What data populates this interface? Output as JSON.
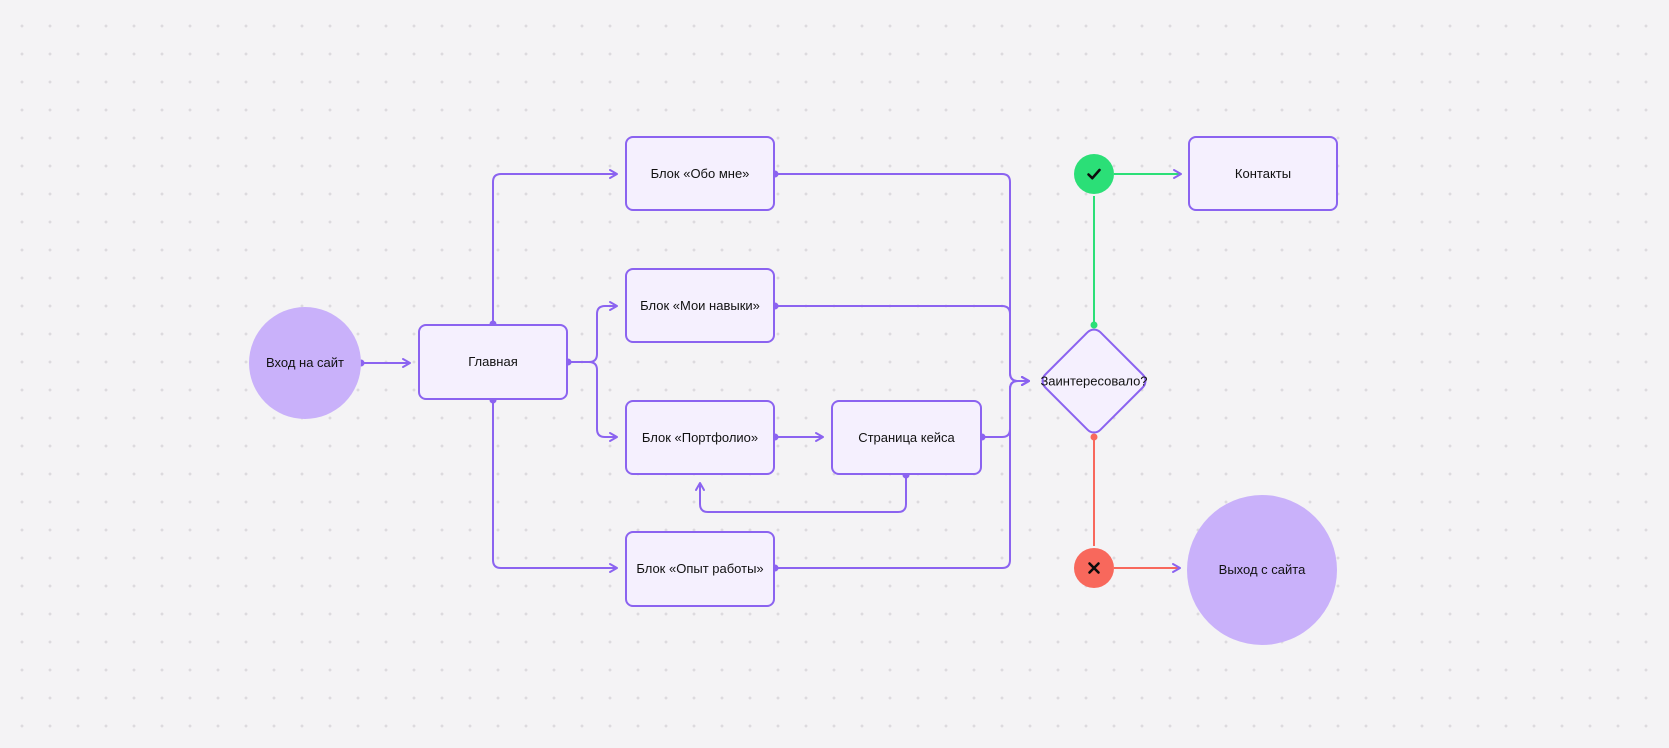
{
  "diagram": {
    "title": "Website user-flow diagram",
    "nodes": {
      "enter": {
        "label": "Вход на сайт",
        "type": "circle"
      },
      "main": {
        "label": "Главная",
        "type": "rect"
      },
      "about": {
        "label": "Блок «Обо мне»",
        "type": "rect"
      },
      "skills": {
        "label": "Блок «Мои навыки»",
        "type": "rect"
      },
      "portfolio": {
        "label": "Блок «Портфолио»",
        "type": "rect"
      },
      "case_page": {
        "label": "Страница кейса",
        "type": "rect"
      },
      "experience": {
        "label": "Блок «Опыт работы»",
        "type": "rect"
      },
      "decision": {
        "label": "Заинтересовало?",
        "type": "diamond"
      },
      "yes_marker": {
        "label": "",
        "icon": "check-icon",
        "type": "marker-circle"
      },
      "no_marker": {
        "label": "",
        "icon": "cross-icon",
        "type": "marker-circle"
      },
      "contacts": {
        "label": "Контакты",
        "type": "rect"
      },
      "exit": {
        "label": "Выход с сайта",
        "type": "circle"
      }
    },
    "edges": [
      {
        "from": "enter",
        "to": "main",
        "color": "purple"
      },
      {
        "from": "main",
        "to": "about",
        "color": "purple"
      },
      {
        "from": "main",
        "to": "skills",
        "color": "purple"
      },
      {
        "from": "main",
        "to": "portfolio",
        "color": "purple"
      },
      {
        "from": "main",
        "to": "experience",
        "color": "purple"
      },
      {
        "from": "about",
        "to": "decision",
        "color": "purple"
      },
      {
        "from": "skills",
        "to": "decision",
        "color": "purple"
      },
      {
        "from": "portfolio",
        "to": "case_page",
        "color": "purple"
      },
      {
        "from": "case_page",
        "to": "decision",
        "color": "purple"
      },
      {
        "from": "case_page",
        "to": "portfolio",
        "color": "purple",
        "note": "loop-back"
      },
      {
        "from": "experience",
        "to": "decision",
        "color": "purple"
      },
      {
        "from": "decision",
        "to": "yes_marker",
        "color": "green"
      },
      {
        "from": "yes_marker",
        "to": "contacts",
        "color": "green"
      },
      {
        "from": "decision",
        "to": "no_marker",
        "color": "red"
      },
      {
        "from": "no_marker",
        "to": "exit",
        "color": "red"
      }
    ],
    "colors": {
      "purple": "#8b63f0",
      "node_fill": "#f5f0fe",
      "circle_fill": "#c9b1fa",
      "green": "#2bdf77",
      "red": "#f8685c",
      "background": "#f4f3f5",
      "grid_dot": "#dcdade",
      "text": "#111111"
    }
  }
}
